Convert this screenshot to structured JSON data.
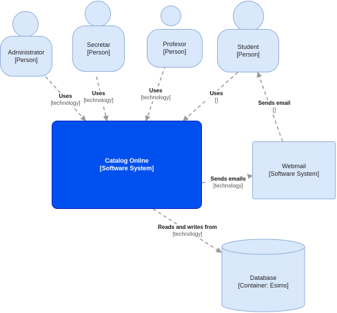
{
  "persons": [
    {
      "name": "Administrator",
      "type": "[Person]"
    },
    {
      "name": "Secretar",
      "type": "[Person]"
    },
    {
      "name": "Profesor",
      "type": "[Person]"
    },
    {
      "name": "Student",
      "type": "[Person]"
    }
  ],
  "main_system": {
    "name": "Catalog Online",
    "type": "[Software System]"
  },
  "webmail": {
    "name": "Webmail",
    "type": "[Software System]"
  },
  "database": {
    "name": "Database",
    "type": "[Container: Esims]"
  },
  "relations": {
    "admin_uses": {
      "label": "Uses",
      "tech": "[technology]"
    },
    "secretar_uses": {
      "label": "Uses",
      "tech": "[technology]"
    },
    "profesor_uses": {
      "label": "Uses",
      "tech": "[technology]"
    },
    "student_uses": {
      "label": "Uses",
      "tech": "[]"
    },
    "webmail_sends": {
      "label": "Sends email",
      "tech": "[]"
    },
    "system_sends": {
      "label": "Sends emails",
      "tech": "[technology]"
    },
    "db_rw": {
      "label": "Reads and writes from",
      "tech": "[technology]"
    }
  },
  "colors": {
    "person_fill": "#dae8fc",
    "person_stroke": "#8fb0d9",
    "main_fill": "#0050ef",
    "main_stroke": "#001dbc",
    "edge": "#999999"
  }
}
